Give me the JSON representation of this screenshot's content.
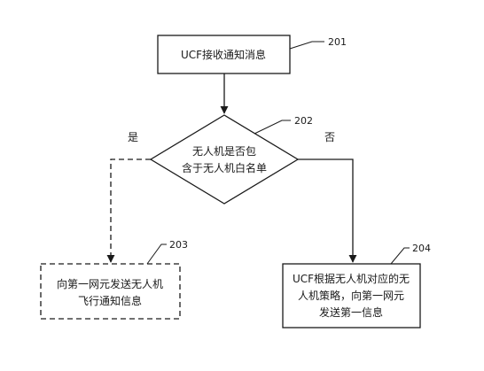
{
  "nodes": {
    "start_box": {
      "label": "UCF接收通知消息",
      "ref": "201"
    },
    "decision": {
      "line1": "无人机是否包",
      "line2": "含于无人机白名单",
      "ref": "202"
    },
    "yes_box": {
      "line1": "向第一网元发送无人机",
      "line2": "飞行通知信息",
      "ref": "203"
    },
    "no_box": {
      "line1": "UCF根据无人机对应的无",
      "line2": "人机策略，向第一网元",
      "line3": "发送第一信息",
      "ref": "204"
    }
  },
  "branches": {
    "yes": "是",
    "no": "否"
  }
}
